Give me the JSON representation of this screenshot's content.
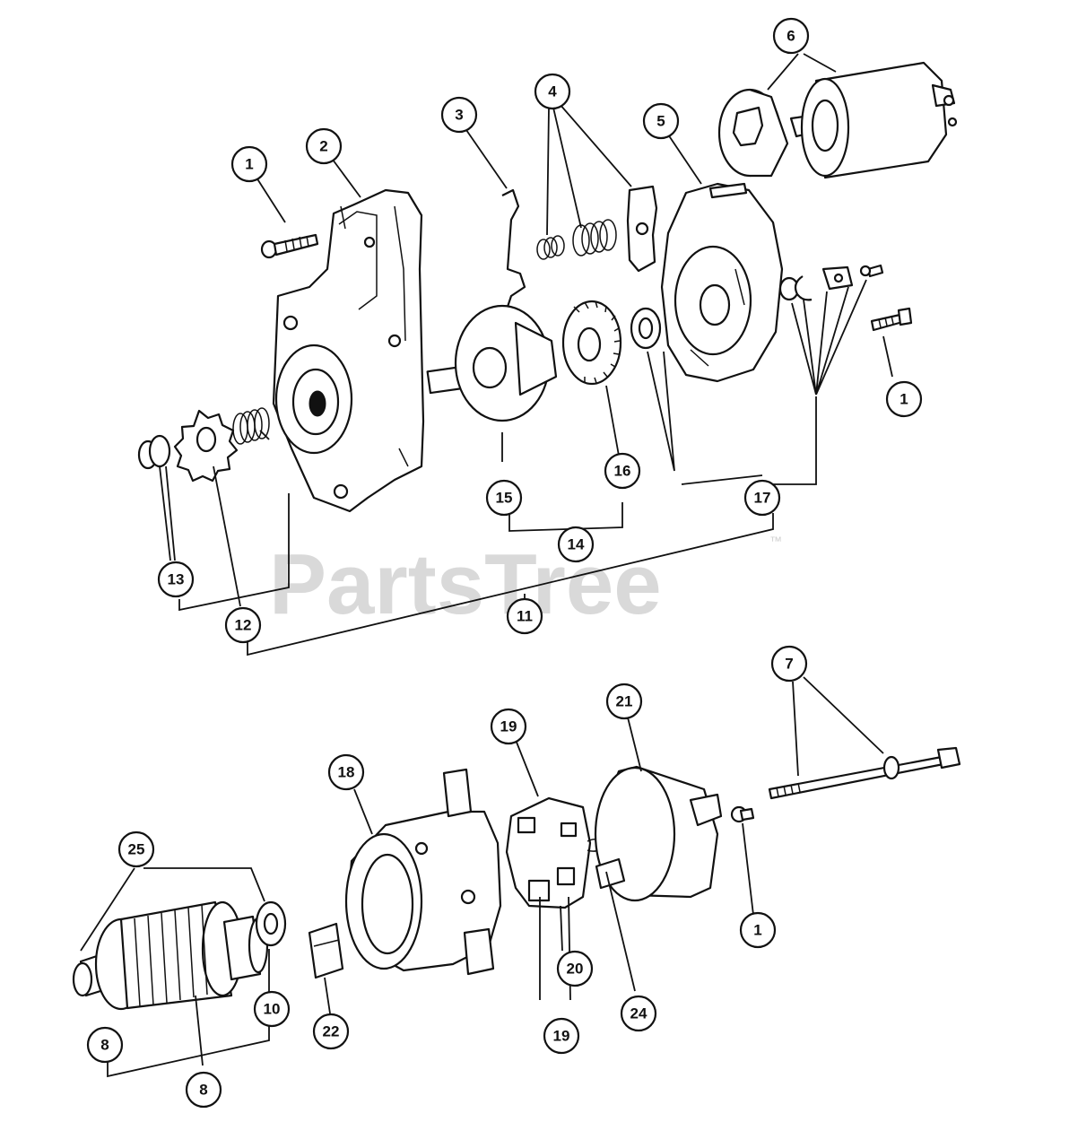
{
  "watermark": {
    "text": "PartsTree",
    "mark": "™"
  },
  "callouts": {
    "c1a": "1",
    "c1b": "1",
    "c1c": "1",
    "c2": "2",
    "c3": "3",
    "c4": "4",
    "c5": "5",
    "c6": "6",
    "c7": "7",
    "c8a": "8",
    "c8b": "8",
    "c10": "10",
    "c11": "11",
    "c12": "12",
    "c13": "13",
    "c14": "14",
    "c15": "15",
    "c16": "16",
    "c17": "17",
    "c18": "18",
    "c19a": "19",
    "c19b": "19",
    "c20": "20",
    "c21": "21",
    "c22": "22",
    "c24": "24",
    "c25": "25"
  }
}
